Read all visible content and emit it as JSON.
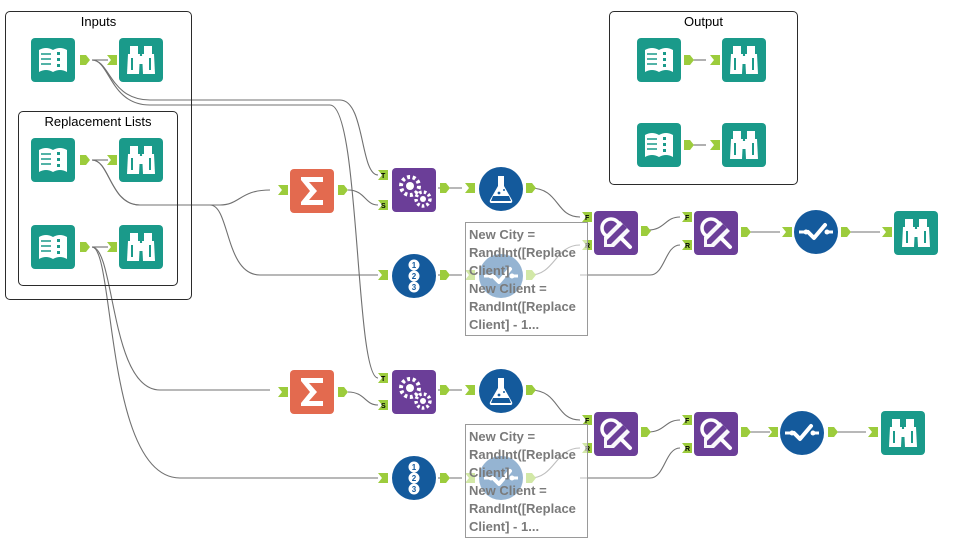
{
  "containers": {
    "inputs": "Inputs",
    "replacement_lists": "Replacement Lists",
    "output": "Output"
  },
  "annotations": {
    "top": "New City =\nRandInt([Replace\nClient]\nNew Client =\nRandInt([Replace\nClient] - 1...",
    "bottom": "New City =\nRandInt([Replace\nClient]\nNew Client =\nRandInt([Replace\nClient] - 1..."
  },
  "anchor_labels": {
    "t": "T",
    "s": "S",
    "f": "F",
    "r": "R"
  },
  "tool_icons": {
    "input": "input-data-icon",
    "browse": "browse-binoculars-icon",
    "summarize": "summarize-sigma-icon",
    "append": "append-fields-gears-icon",
    "formula": "formula-flask-icon",
    "record_id": "record-id-123-icon",
    "select": "select-check-icon",
    "find_replace": "find-replace-icon"
  },
  "colors": {
    "teal": "#1a9a8a",
    "purple": "#6b3e98",
    "blue": "#145a9c",
    "orange": "#e36a4f",
    "anchor": "#9ccc3c",
    "line": "#6e6e6e"
  }
}
